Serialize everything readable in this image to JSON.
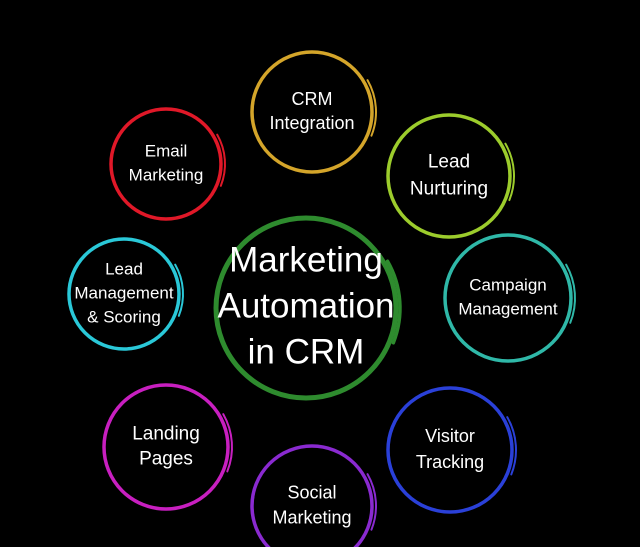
{
  "center": {
    "lines": [
      "Marketing",
      "Automation",
      "in CRM"
    ],
    "color": "#2e8b2e"
  },
  "nodes": [
    {
      "id": "crm-integration",
      "lines": [
        "CRM",
        "Integration"
      ],
      "color": "#d4a52a"
    },
    {
      "id": "lead-nurturing",
      "lines": [
        "Lead",
        "Nurturing"
      ],
      "color": "#9ccc2c"
    },
    {
      "id": "campaign-management",
      "lines": [
        "Campaign",
        "Management"
      ],
      "color": "#2fb8a8"
    },
    {
      "id": "visitor-tracking",
      "lines": [
        "Visitor",
        "Tracking"
      ],
      "color": "#2a40d8"
    },
    {
      "id": "social-marketing",
      "lines": [
        "Social",
        "Marketing"
      ],
      "color": "#8a2ad0"
    },
    {
      "id": "landing-pages",
      "lines": [
        "Landing",
        "Pages"
      ],
      "color": "#c81fc0"
    },
    {
      "id": "lead-management-scoring",
      "lines": [
        "Lead",
        "Management",
        "& Scoring"
      ],
      "color": "#2ac8d8"
    },
    {
      "id": "email-marketing",
      "lines": [
        "Email",
        "Marketing"
      ],
      "color": "#e01828"
    }
  ]
}
